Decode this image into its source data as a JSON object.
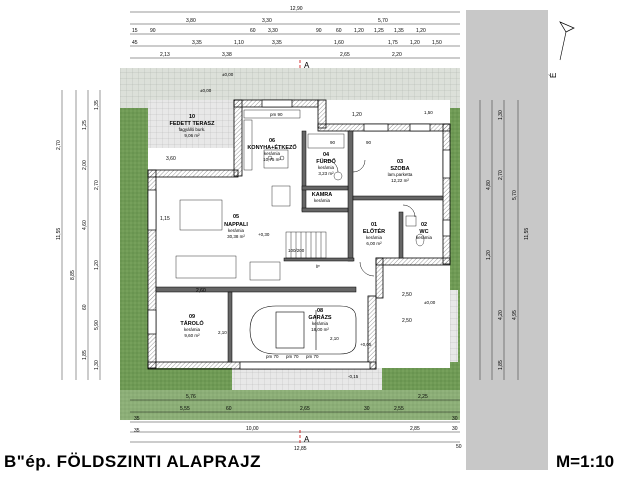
{
  "drawing": {
    "title": "B\"ép.  FÖLDSZINTI ALAPRAJZ",
    "scale": "M=1:10"
  },
  "north_label": "É",
  "section_marks": [
    "A",
    "A"
  ],
  "rooms": [
    {
      "id": "10",
      "name": "FEDETT TERASZ",
      "material": "fagyálló burk.",
      "area": "9,06 m²"
    },
    {
      "id": "06",
      "name": "KONYHA+ÉTKEZŐ",
      "material": "kerámia",
      "area": "10,75 m²"
    },
    {
      "id": "04",
      "name": "FÜRDŐ",
      "material": "kerámia",
      "area": "3,23 m²"
    },
    {
      "id": "03",
      "name": "SZOBA",
      "material": "lam.parketta",
      "area": "12,22 m²"
    },
    {
      "id": "05",
      "name": "NAPPALI",
      "material": "kerámia",
      "area": "30,38 m²"
    },
    {
      "id": "",
      "name": "KAMRA",
      "material": "kerámia",
      "area": ""
    },
    {
      "id": "01",
      "name": "ELŐTÉR",
      "material": "kerámia",
      "area": "6,00 m²"
    },
    {
      "id": "02",
      "name": "WC",
      "material": "kerámia",
      "area": ""
    },
    {
      "id": "09",
      "name": "TÁROLÓ",
      "material": "kerámia",
      "area": "9,60 m²"
    },
    {
      "id": "08",
      "name": "GARÁZS",
      "material": "kerámia",
      "area": "18,00 m²"
    }
  ],
  "level_marks": [
    "±0,00",
    "+0,30",
    "±0,00",
    "+0,05",
    "-0,15",
    "±0,00"
  ],
  "openings": [
    "pm 90",
    "90",
    "90",
    "pm 70",
    "pm 70",
    "pm 70",
    "100/200",
    "ÍF",
    "2,10",
    "2,10",
    "1,50"
  ],
  "dimensions": {
    "top": [
      "12,90",
      "3,80",
      "3,30",
      "5,70",
      "15",
      "3,35",
      "1,10",
      "3,35",
      "1,60",
      "1,75",
      "1,20",
      "1,50",
      "45",
      "2,13",
      "3,38",
      "2,65",
      "2,20",
      "3,30",
      "1,20",
      "1,25",
      "1,35",
      "90",
      "60",
      "90",
      "60",
      "1,20"
    ],
    "bottom": [
      "5,76",
      "2,25",
      "5,55",
      "60",
      "2,65",
      "30",
      "2,55",
      "35",
      "30",
      "2,85",
      "10,00",
      "12,85",
      "50",
      "35",
      "30"
    ],
    "left": [
      "2,70",
      "1,25",
      "8,85",
      "11,55",
      "5,90",
      "4,60",
      "2,70",
      "1,35",
      "2,00",
      "1,85",
      "1,30",
      "60",
      "1,20"
    ],
    "right": [
      "11,55",
      "5,70",
      "4,80",
      "4,95",
      "2,70",
      "1,30",
      "1,20",
      "4,20",
      "1,85"
    ],
    "interior": [
      "3,60",
      "2,50",
      "2,60",
      "2,50",
      "1,20",
      "1,15"
    ]
  }
}
